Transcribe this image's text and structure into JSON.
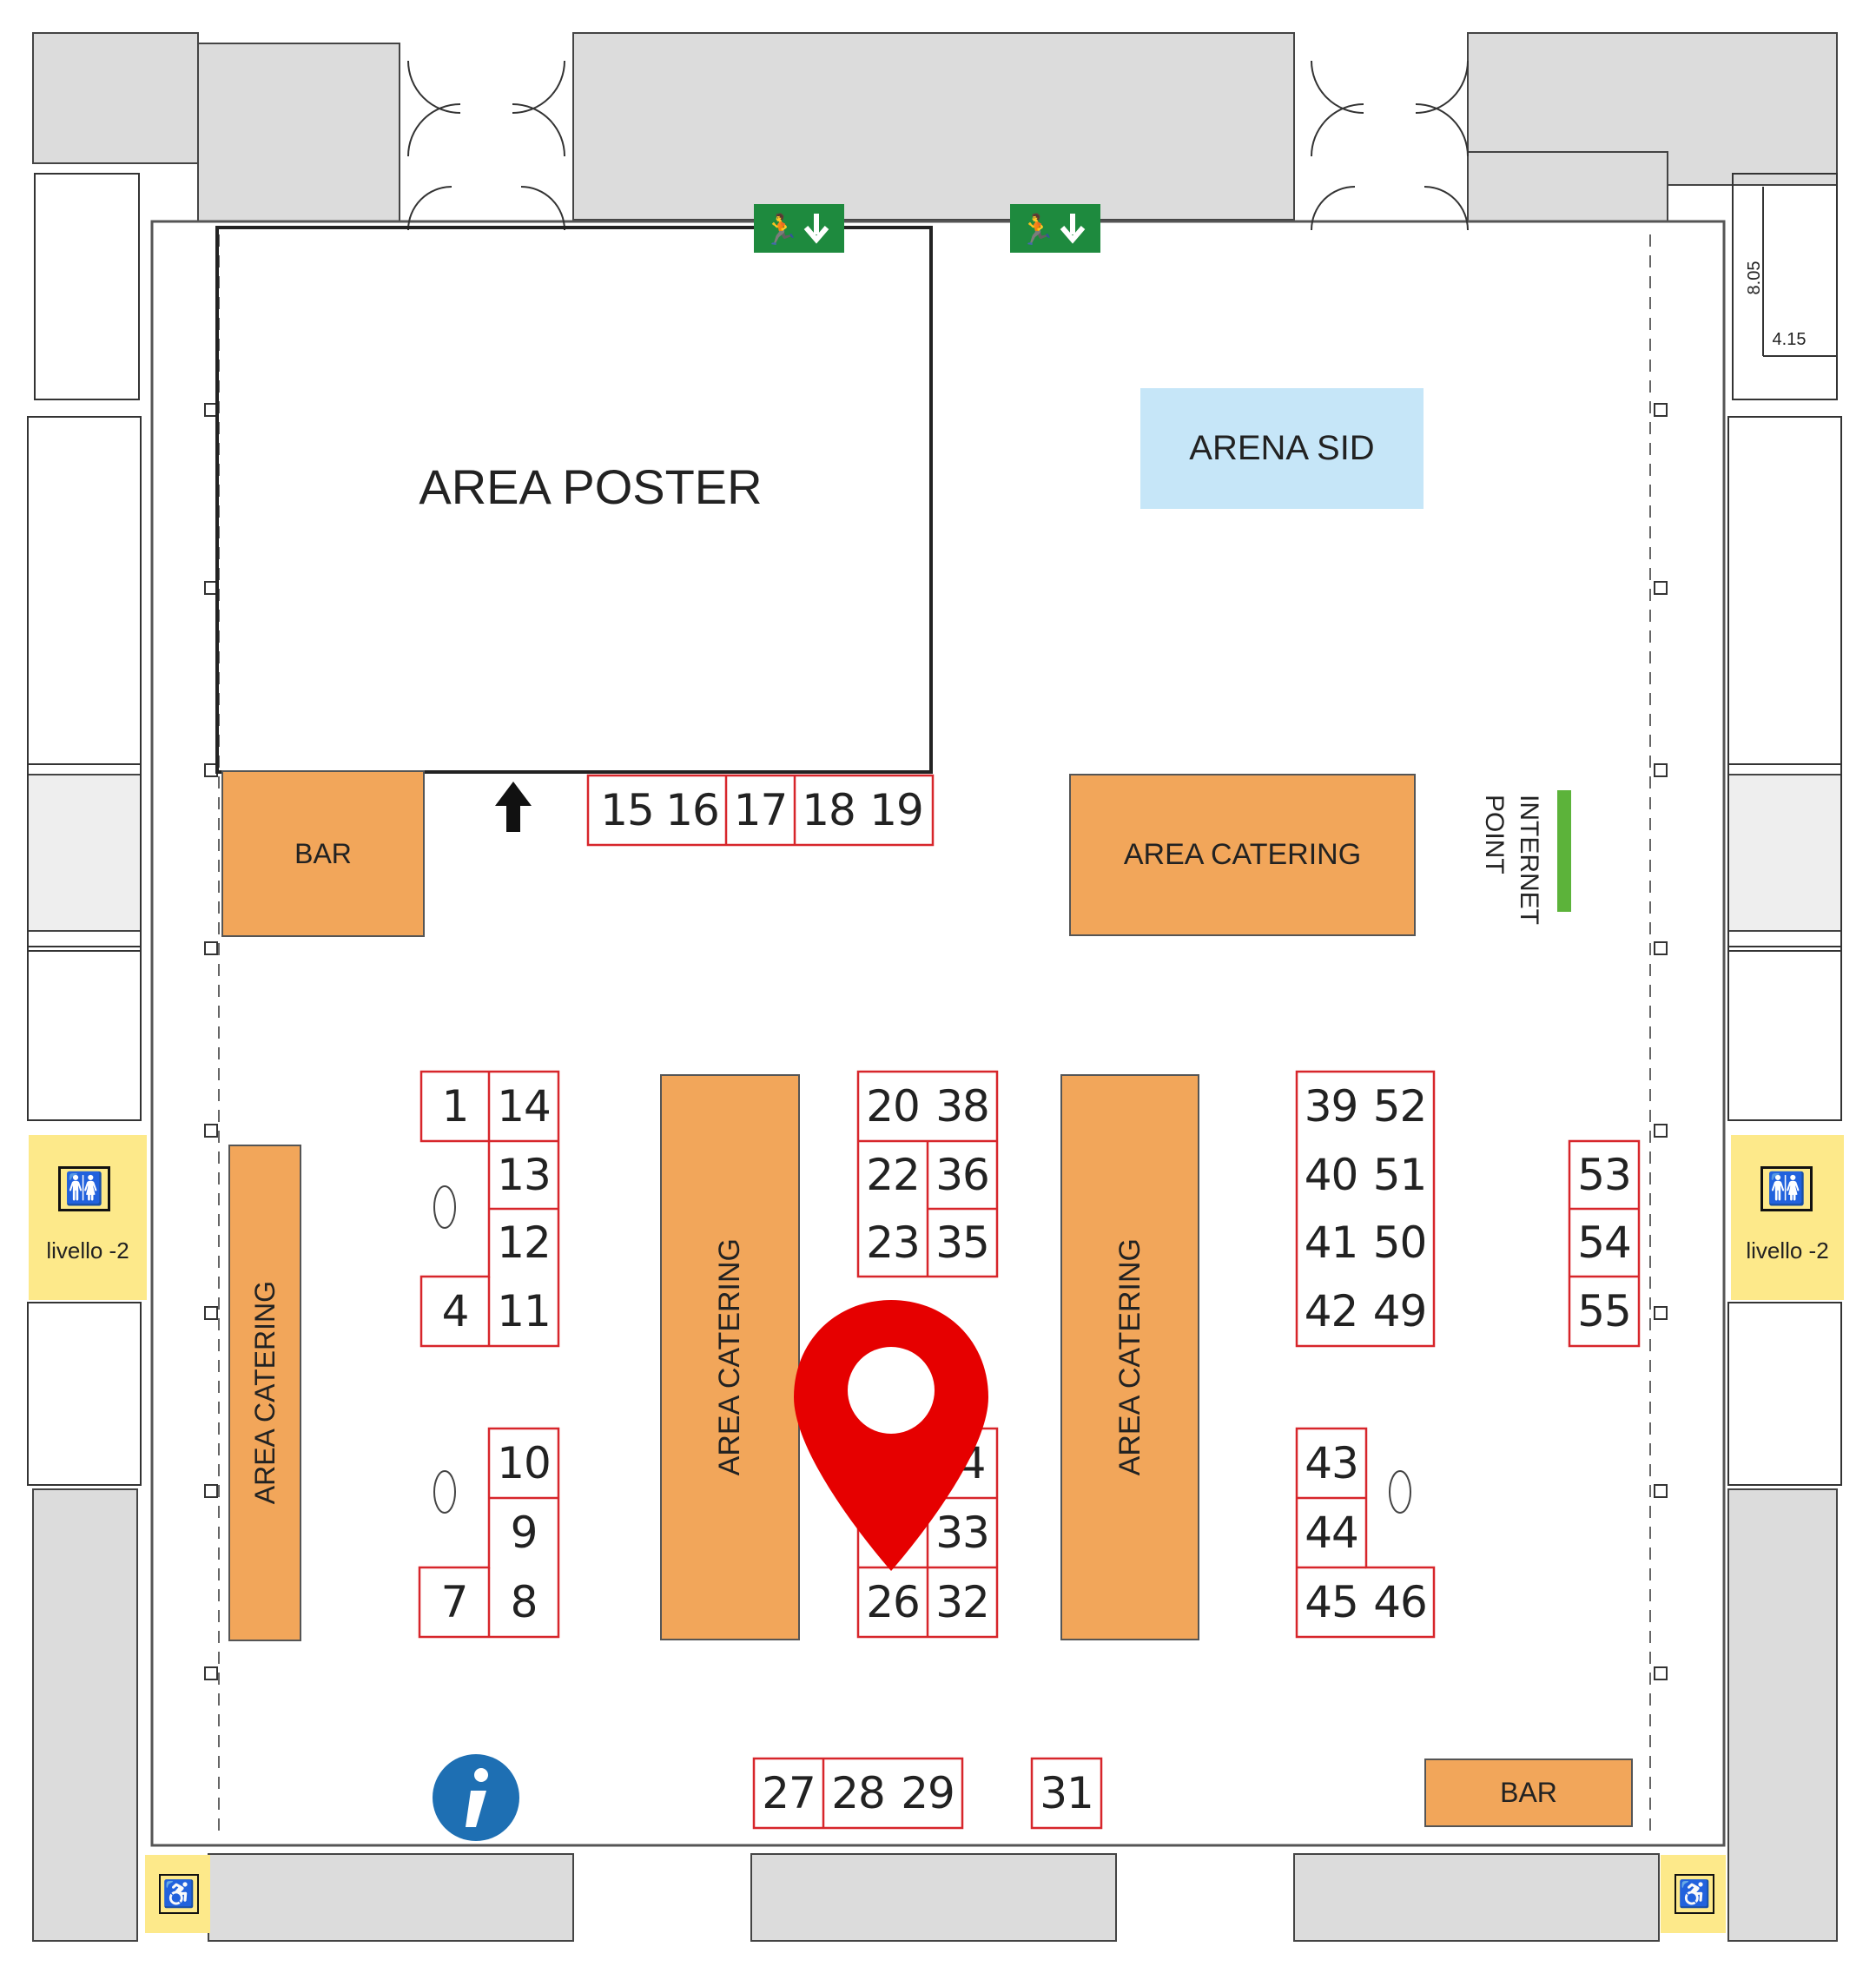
{
  "areas": {
    "poster": "AREA POSTER",
    "arena": "ARENA SID",
    "bar_top": "BAR",
    "bar_bottom": "BAR",
    "catering_top": "AREA CATERING",
    "catering_left": "AREA CATERING",
    "catering_mid1": "AREA CATERING",
    "catering_mid2": "AREA CATERING",
    "internet_line1": "INTERNET",
    "internet_line2": "POINT"
  },
  "dimensions": {
    "vertical": "8.05",
    "horizontal": "4.15"
  },
  "restrooms": {
    "left_level": "livello -2",
    "right_level": "livello -2"
  },
  "booths": {
    "b1": "1",
    "b4": "4",
    "b7": "7",
    "b8": "8",
    "b9": "9",
    "b10": "10",
    "b11": "11",
    "b12": "12",
    "b13": "13",
    "b14": "14",
    "b15": "15",
    "b16": "16",
    "b17": "17",
    "b18": "18",
    "b19": "19",
    "b20": "20",
    "b22": "22",
    "b23": "23",
    "b26": "26",
    "b27": "27",
    "b28": "28",
    "b29": "29",
    "b31": "31",
    "b32": "32",
    "b33": "33",
    "b34": "4",
    "b35": "35",
    "b36": "36",
    "b38": "38",
    "b39": "39",
    "b40": "40",
    "b41": "41",
    "b42": "42",
    "b43": "43",
    "b44": "44",
    "b45": "45",
    "b46": "46",
    "b49": "49",
    "b50": "50",
    "b51": "51",
    "b52": "52",
    "b53": "53",
    "b54": "54",
    "b55": "55"
  },
  "icons": {
    "marker": "location-pin-icon",
    "info": "info-icon",
    "exit": "emergency-exit-icon",
    "restroom": "restroom-icon",
    "accessible": "wheelchair-icon"
  },
  "colors": {
    "catering": "#f2a65a",
    "arena": "#c6e6f8",
    "restroom": "#fde98a",
    "marker": "#e60000",
    "info": "#1e6fb3",
    "exit": "#1e8a3e",
    "internet": "#5cb33a",
    "booth_border": "#d7262b",
    "wall": "#dcdcdc"
  }
}
